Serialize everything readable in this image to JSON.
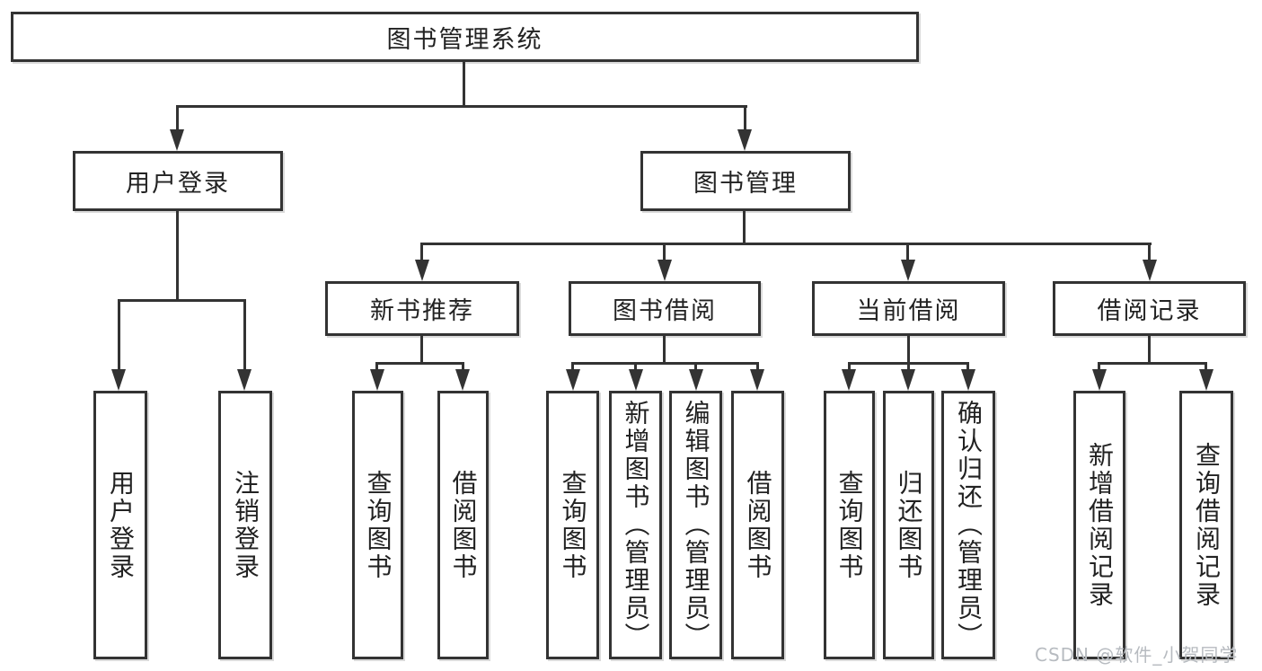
{
  "diagram_title": "图书管理系统",
  "nodes": {
    "root": "图书管理系统",
    "level2": [
      "用户登录",
      "图书管理"
    ],
    "level3": [
      "新书推荐",
      "图书借阅",
      "当前借阅",
      "借阅记录"
    ],
    "leaves": [
      "用户登录",
      "注销登录",
      "查询图书",
      "借阅图书",
      "查询图书",
      "新增图书（管理员）",
      "编辑图书（管理员）",
      "借阅图书",
      "查询图书",
      "归还图书",
      "确认归还（管理员）",
      "新增借阅记录",
      "查询借阅记录"
    ]
  },
  "hierarchy": {
    "root": "图书管理系统",
    "children": [
      {
        "label": "用户登录",
        "children": [
          "用户登录",
          "注销登录"
        ]
      },
      {
        "label": "图书管理",
        "children": [
          {
            "label": "新书推荐",
            "children": [
              "查询图书",
              "借阅图书"
            ]
          },
          {
            "label": "图书借阅",
            "children": [
              "查询图书",
              "新增图书（管理员）",
              "编辑图书（管理员）",
              "借阅图书"
            ]
          },
          {
            "label": "当前借阅",
            "children": [
              "查询图书",
              "归还图书",
              "确认归还（管理员）"
            ]
          },
          {
            "label": "借阅记录",
            "children": [
              "新增借阅记录",
              "查询借阅记录"
            ]
          }
        ]
      }
    ]
  },
  "watermark": "CSDN @软件_小贺同学",
  "colors": {
    "line": "#333333",
    "box_background": "#ffffff",
    "text": "#222222",
    "watermark": "#b7bbc0",
    "page_background": "#ffffff"
  }
}
